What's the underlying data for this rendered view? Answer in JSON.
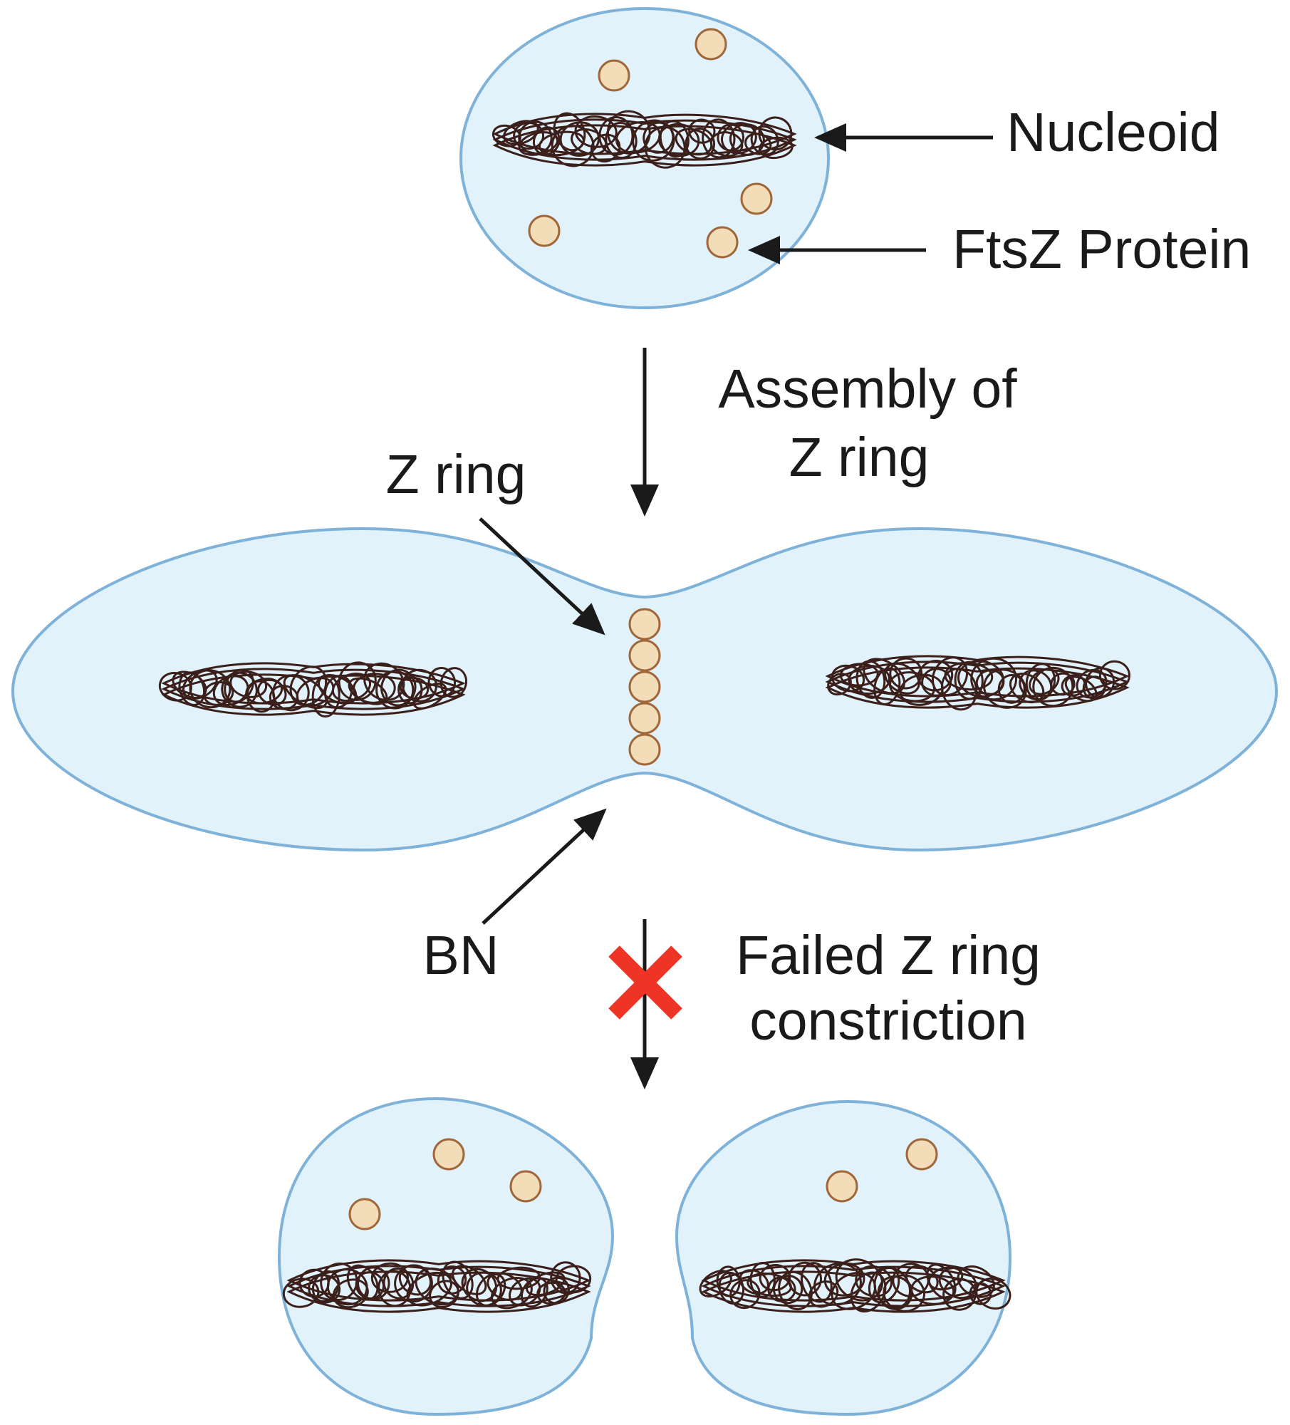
{
  "colors": {
    "cell_fill": "#e1f2fb",
    "cell_stroke": "#7fb2d9",
    "ftsz_fill": "#f3dcb8",
    "ftsz_stroke": "#a0683a",
    "nucleoid": "#3b1f1a",
    "arrow": "#1a1a1a",
    "text": "#1a1a1a",
    "fail_mark": "#ee3424"
  },
  "labels": {
    "nucleoid": "Nucleoid",
    "ftsz_protein": "FtsZ Protein",
    "assembly_line1": "Assembly of",
    "assembly_line2": "Z ring",
    "z_ring": "Z ring",
    "bn": "BN",
    "failed_line1": "Failed Z ring",
    "failed_line2": "constriction"
  },
  "icons": {
    "fail_mark": "red-x-icon"
  }
}
